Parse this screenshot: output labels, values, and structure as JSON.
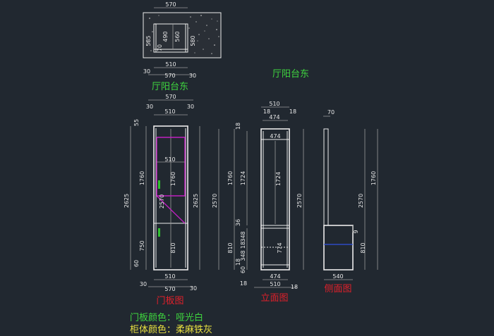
{
  "colors": {
    "background": "#212830",
    "label_green": "#3fd63f",
    "label_red": "#e0202a",
    "label_yellow": "#e8e040",
    "door_outline": "#c020c0",
    "handle": "#30c030",
    "blue_line": "#3050e0"
  },
  "plan": {
    "title": "厅阳台东",
    "dim_top": "570",
    "dim_585": "585",
    "dim_70": "70",
    "dim_490": "490",
    "dim_560": "560",
    "dim_580": "580",
    "dim_510": "510",
    "dim_30_left": "30",
    "dim_570_bottom": "570",
    "dim_30_right": "30"
  },
  "floating_title": "厅阳台东",
  "door": {
    "title": "门板图",
    "dim_570_top": "570",
    "dim_30_left": "30",
    "dim_30_right": "30",
    "dim_510_top": "510",
    "dim_55": "55",
    "dim_1760": "1760",
    "dim_2625_left": "2625",
    "dim_2625_right": "2625",
    "dim_510_inner": "510",
    "dim_1760_inner": "1760",
    "dim_2570_inner": "2570",
    "dim_750": "750",
    "dim_60": "60",
    "dim_810_inner": "810",
    "dim_510_bottom": "510",
    "dim_30_bl": "30",
    "dim_570_bottom": "570",
    "dim_30_br": "30"
  },
  "front": {
    "title": "立面图",
    "dim_510_top": "510",
    "dim_18_left": "18",
    "dim_18_right": "18",
    "dim_474_top": "474",
    "dim_18_v": "18",
    "dim_1760": "1760",
    "dim_1724": "1724",
    "dim_2570_left": "2570",
    "dim_1724_inner": "1724",
    "dim_474_inner": "474",
    "dim_2570_right": "2570",
    "dim_36": "36",
    "dim_810": "810",
    "dim_348a": "348",
    "dim_18b": "18",
    "dim_348b": "348",
    "dim_774": "774",
    "dim_18c": "18",
    "dim_60": "60",
    "dim_474_bottom": "474",
    "dim_18_bl": "18",
    "dim_510_bottom": "510",
    "dim_18_br": "18"
  },
  "side": {
    "title": "侧面图",
    "dim_70": "70",
    "dim_1760": "1760",
    "dim_2570": "2570",
    "dim_9": "9",
    "dim_810": "810",
    "dim_540": "540"
  },
  "notes": {
    "door_color": "门板颜色：哑光白",
    "cabinet_color": "柜体颜色：柔麻铁灰"
  }
}
